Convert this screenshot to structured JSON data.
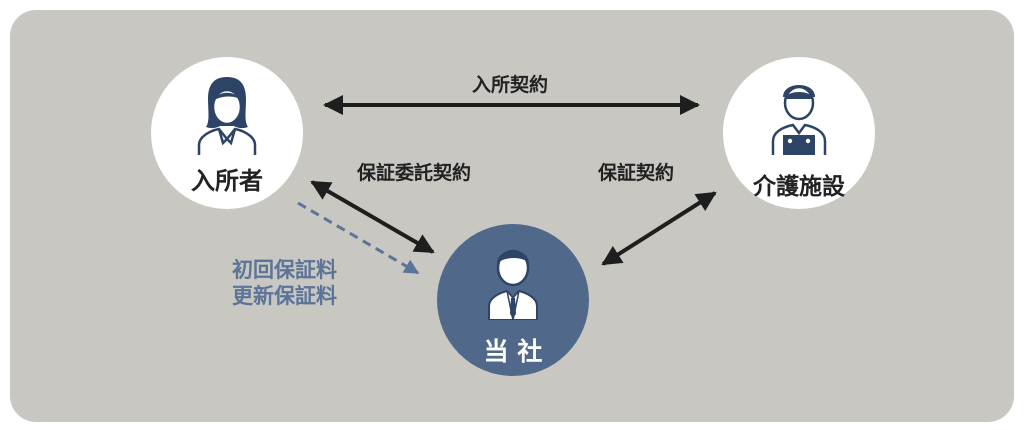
{
  "colors": {
    "panel": "#c9c7c2",
    "node_light": "#ffffff",
    "node_company": "#50698b",
    "arrow": "#1e1e1e",
    "dashed_arrow": "#5b7499",
    "icon_navy": "#2e4466",
    "skin": "#ffffff"
  },
  "nodes": {
    "resident": {
      "label": "入所者",
      "icon": "woman-avatar-icon"
    },
    "facility": {
      "label": "介護施設",
      "icon": "worker-avatar-icon"
    },
    "company": {
      "label": "当 社",
      "icon": "businessman-avatar-icon"
    }
  },
  "relations": {
    "admission_contract": "入所契約",
    "guarantee_entrustment_contract": "保証委託契約",
    "guarantee_contract": "保証契約",
    "fees": [
      "初回保証料",
      "更新保証料"
    ]
  }
}
